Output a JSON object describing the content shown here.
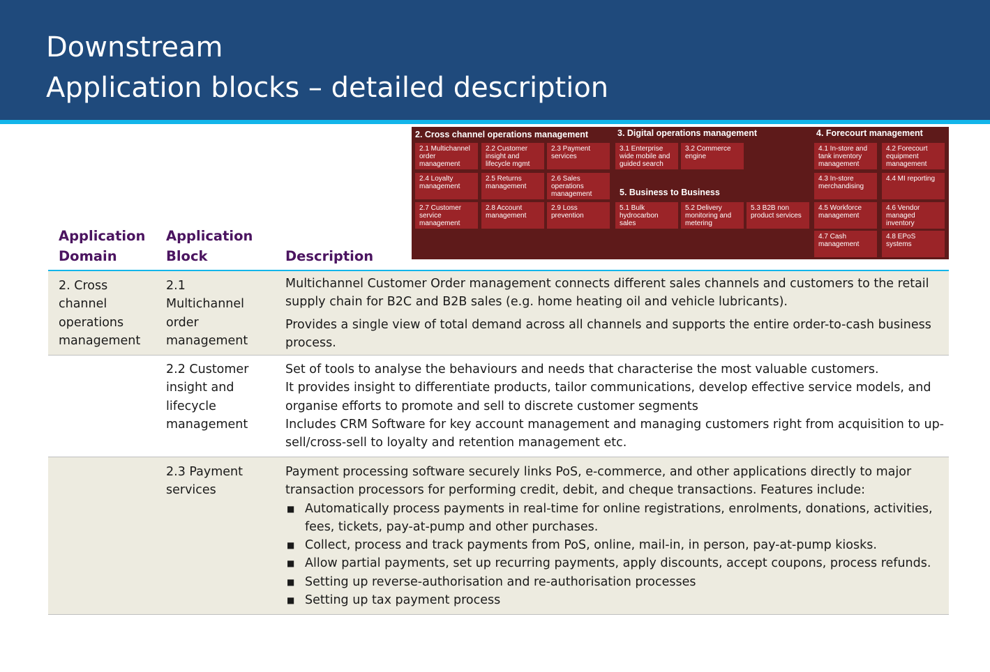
{
  "header": {
    "title_line1": "Downstream",
    "title_line2": "Application blocks – detailed description"
  },
  "block_map": {
    "sections": [
      {
        "heading": "2. Cross channel operations management"
      },
      {
        "heading": "3. Digital operations management"
      },
      {
        "heading": "4. Forecourt management"
      },
      {
        "heading": "5. Business to Business"
      }
    ],
    "tiles": [
      "2.1 Multichannel order management",
      "2.2 Customer insight and lifecycle mgmt",
      "2.3 Payment services",
      "2.4 Loyalty management",
      "2.5 Returns management",
      "2.6 Sales operations management",
      "2.7 Customer service management",
      "2.8 Account management",
      "2.9 Loss prevention",
      "3.1 Enterprise wide mobile and guided search",
      "3.2 Commerce engine",
      "5.1 Bulk hydrocarbon sales",
      "5.2 Delivery monitoring and metering",
      "5.3 B2B non product services",
      "4.1 In-store and tank inventory management",
      "4.2 Forecourt equipment management",
      "4.3 In-store merchandising",
      "4.4 MI reporting",
      "4.5 Workforce management",
      "4.6 Vendor managed inventory",
      "4.7 Cash management",
      "4.8 EPoS systems"
    ],
    "colors": {
      "background": "#5e1a1a",
      "tile": "#9b2428"
    }
  },
  "table": {
    "headers": {
      "domain": "Application Domain",
      "block": "Application Block",
      "description": "Description"
    },
    "rows": [
      {
        "domain": "2. Cross channel operations management",
        "block": "2.1 Multichannel order management",
        "paragraphs": [
          "Multichannel Customer Order management connects different sales channels and customers to the retail supply chain for B2C and B2B sales (e.g. home heating oil and vehicle lubricants).",
          "Provides a single view of total demand across all channels and supports the entire order-to-cash business process."
        ]
      },
      {
        "domain": "",
        "block": "2.2 Customer insight and lifecycle management",
        "paragraphs": [
          "Set of tools to analyse the behaviours and needs that characterise the most valuable customers.",
          "It provides insight to differentiate products, tailor communications, develop effective service models, and organise efforts to promote and sell to discrete customer segments",
          "Includes CRM Software for key account management and managing customers right from acquisition to up-sell/cross-sell to loyalty and retention management etc."
        ]
      },
      {
        "domain": "",
        "block": "2.3 Payment services",
        "paragraphs": [
          "Payment processing software securely links  PoS, e-commerce, and other applications directly to major transaction processors for performing credit, debit, and cheque transactions. Features include:"
        ],
        "bullets": [
          "Automatically process payments in real-time for online registrations, enrolments, donations, activities, fees, tickets, pay-at-pump and other purchases.",
          "Collect, process and track payments from PoS, online, mail-in, in person, pay-at-pump kiosks.",
          "Allow partial payments, set up recurring payments, apply discounts, accept coupons, process refunds.",
          "Setting up reverse-authorisation and re-authorisation processes",
          "Setting up tax payment process"
        ]
      }
    ]
  },
  "colors": {
    "header_bg": "#1f4a7c",
    "header_stripe": "#12b5ea",
    "column_header_text": "#4b1460",
    "row_shade": "#edebe0"
  }
}
